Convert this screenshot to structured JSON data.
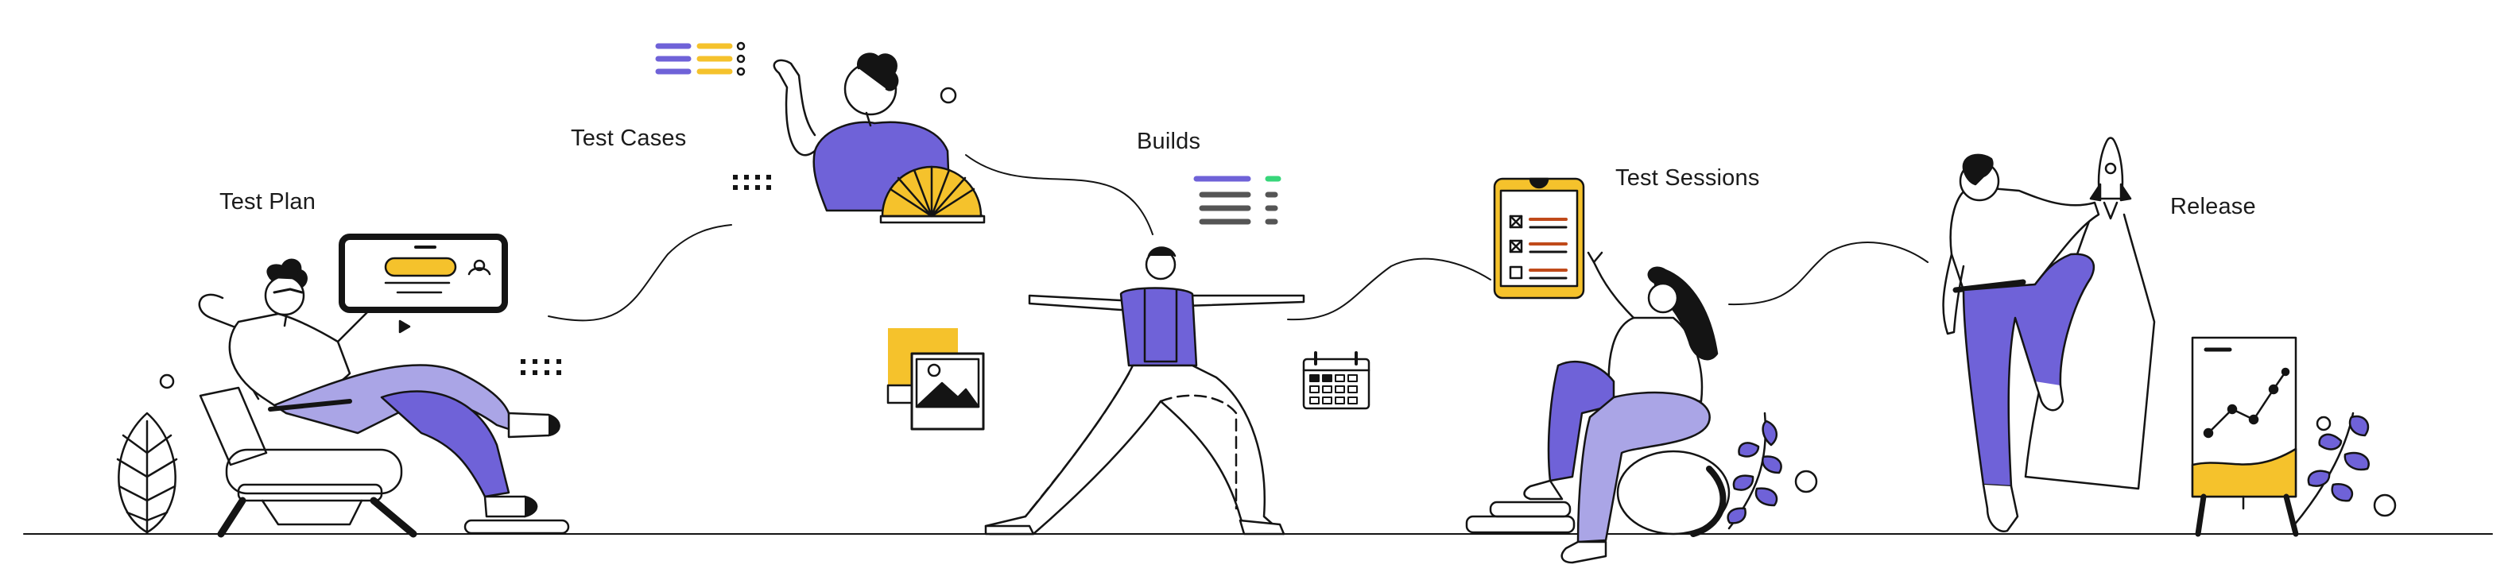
{
  "stages": [
    {
      "id": "test-plan",
      "label": "Test Plan"
    },
    {
      "id": "test-cases",
      "label": "Test Cases"
    },
    {
      "id": "builds",
      "label": "Builds"
    },
    {
      "id": "test-sessions",
      "label": "Test Sessions"
    },
    {
      "id": "release",
      "label": "Release"
    }
  ],
  "colors": {
    "ink": "#141414",
    "accent_purple": "#6f62d8",
    "light_purple": "#aaa5e6",
    "accent_yellow": "#f5c22c",
    "accent_green": "#37d67a",
    "gray_lines": "#555555"
  },
  "icons": [
    "checklist-icon",
    "clipboard-icon",
    "calendar-icon",
    "image-icon",
    "rocket-icon",
    "chart-board-icon",
    "play-icon",
    "plant-icon"
  ]
}
